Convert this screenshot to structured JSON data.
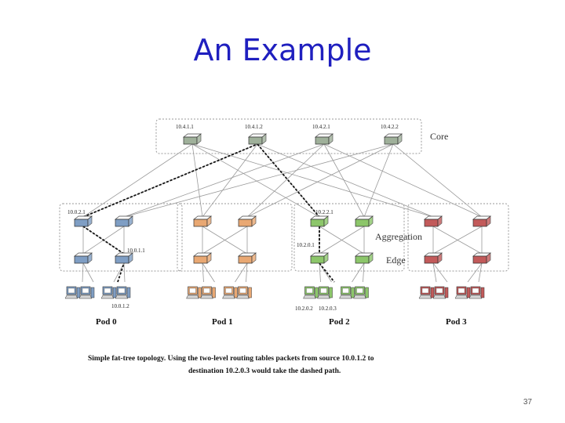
{
  "slide": {
    "title": "An Example",
    "page_number": "37"
  },
  "diagram": {
    "layers": {
      "core": "Core",
      "aggregation": "Aggregation",
      "edge": "Edge"
    },
    "core_labels": [
      "10.4.1.1",
      "10.4.1.2",
      "10.4.2.1",
      "10.4.2.2"
    ],
    "pods": [
      {
        "name": "Pod 0",
        "color": "#7f9ec4"
      },
      {
        "name": "Pod 1",
        "color": "#e9a873"
      },
      {
        "name": "Pod 2",
        "color": "#8cc66a"
      },
      {
        "name": "Pod 3",
        "color": "#c25a5a"
      }
    ],
    "core_color": "#9fb09a",
    "node_labels": {
      "pod0_agg": "10.0.2.1",
      "pod0_edge": "10.0.1.1",
      "pod0_host": "10.0.1.2",
      "pod2_agg": "10.2.2.1",
      "pod2_edge": "10.2.0.1",
      "pod2_host_a": "10.2.0.2",
      "pod2_host_b": "10.2.0.3"
    },
    "caption": {
      "line1": "Simple fat-tree topology.  Using the two-level routing tables packets from source 10.0.1.2 to",
      "line2": "destination 10.2.0.3 would take the dashed path."
    }
  }
}
